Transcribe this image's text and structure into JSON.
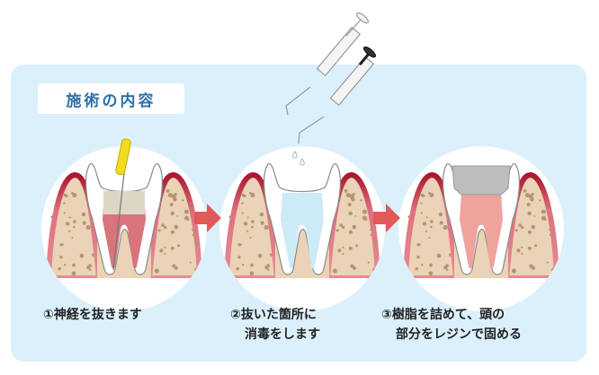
{
  "title": "施術の内容",
  "steps": [
    {
      "lines": [
        "①神経を抜きます"
      ]
    },
    {
      "lines": [
        "②抜いた箇所に",
        "消毒をします"
      ]
    },
    {
      "lines": [
        "③樹脂を詰めて、頭の",
        "部分をレジンで固める"
      ]
    }
  ],
  "colors": {
    "panel": "#dbf0fb",
    "title": "#2b6fa6",
    "arrow": "#e05a5a",
    "gum": "#d9536a",
    "bone": "#ead3b6"
  }
}
